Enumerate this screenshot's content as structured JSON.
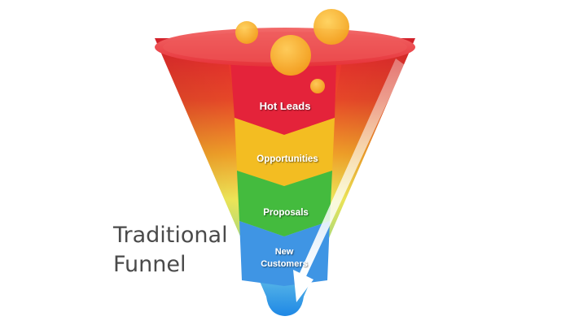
{
  "title": {
    "line1": "Traditional",
    "line2": "Funnel"
  },
  "stages": [
    {
      "label": "Hot Leads",
      "color": "#e5263a"
    },
    {
      "label": "Opportunities",
      "color": "#f2b820"
    },
    {
      "label": "Proposals",
      "color": "#3cb93a"
    },
    {
      "label": "New",
      "label_line2": "Customers",
      "color": "#2f8ae0"
    }
  ],
  "colors": {
    "funnel_top": "#e8242f",
    "funnel_orange": "#f47a1e",
    "funnel_yellow": "#f4e62a",
    "funnel_green": "#9fd84a",
    "funnel_blue": "#1e88e5",
    "bubble": "#f6b52a",
    "arrow": "#ffffff"
  }
}
